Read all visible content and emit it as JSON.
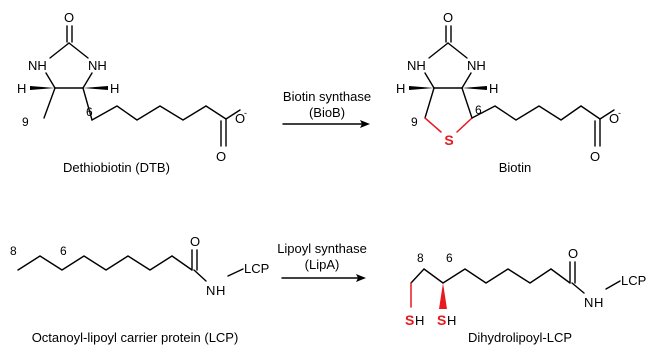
{
  "reactions": [
    {
      "enzyme": "Biotin synthase",
      "enzyme_abbrev": "(BioB)",
      "substrate": {
        "name": "Dethiobiotin (DTB)",
        "atoms": {
          "carbonyl_o": "O",
          "nh_left": "NH",
          "nh_right": "NH",
          "h_left": "H",
          "h_right": "H",
          "carboxylate_o": "O",
          "charge": "-"
        },
        "positions": {
          "c9": "9",
          "c6": "6"
        }
      },
      "product": {
        "name": "Biotin",
        "atoms": {
          "carbonyl_o": "O",
          "nh_left": "NH",
          "nh_right": "NH",
          "h_left": "H",
          "h_right": "H",
          "sulfur": "S",
          "carboxylate_o": "O",
          "charge": "-"
        },
        "positions": {
          "c9": "9",
          "c6": "6"
        }
      }
    },
    {
      "enzyme": "Lipoyl synthase",
      "enzyme_abbrev": "(LipA)",
      "substrate": {
        "name": "Octanoyl-lipoyl carrier protein (LCP)",
        "atoms": {
          "carbonyl_o": "O",
          "amide_n": "N",
          "amide_h": "H",
          "carrier": "LCP"
        },
        "positions": {
          "c8": "8",
          "c6": "6"
        }
      },
      "product": {
        "name": "Dihydrolipoyl-LCP",
        "atoms": {
          "carbonyl_o": "O",
          "amide_n": "N",
          "amide_h": "H",
          "carrier": "LCP",
          "thiol_s": "S",
          "thiol_h": "H"
        },
        "positions": {
          "c8": "8",
          "c6": "6"
        }
      }
    }
  ],
  "colors": {
    "sulfur_highlight": "#e8191f",
    "bond": "#000000"
  }
}
